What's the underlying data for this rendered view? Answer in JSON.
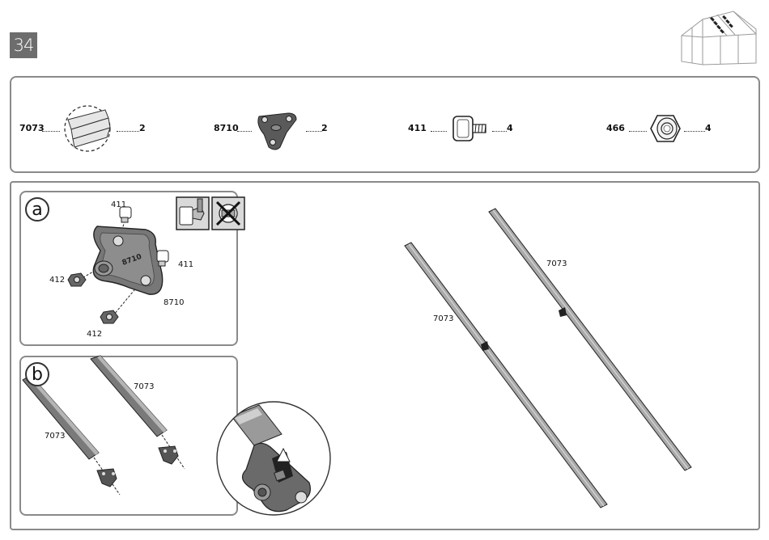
{
  "page": {
    "number": "34"
  },
  "parts": [
    {
      "code": "7073",
      "qty": "2"
    },
    {
      "code": "8710",
      "qty": "2"
    },
    {
      "code": "411",
      "qty": "4"
    },
    {
      "code": "466",
      "qty": "4"
    }
  ],
  "step_a": {
    "letter": "a",
    "labels": {
      "bolt_top": "411",
      "bolt_right": "411",
      "nut_left": "412",
      "nut_bottom": "412",
      "bracket": "8710"
    }
  },
  "step_b": {
    "letter": "b",
    "labels": {
      "profile_left": "7073",
      "profile_right": "7073"
    }
  },
  "main": {
    "labels": {
      "profile_left": "7073",
      "profile_right": "7073"
    }
  }
}
